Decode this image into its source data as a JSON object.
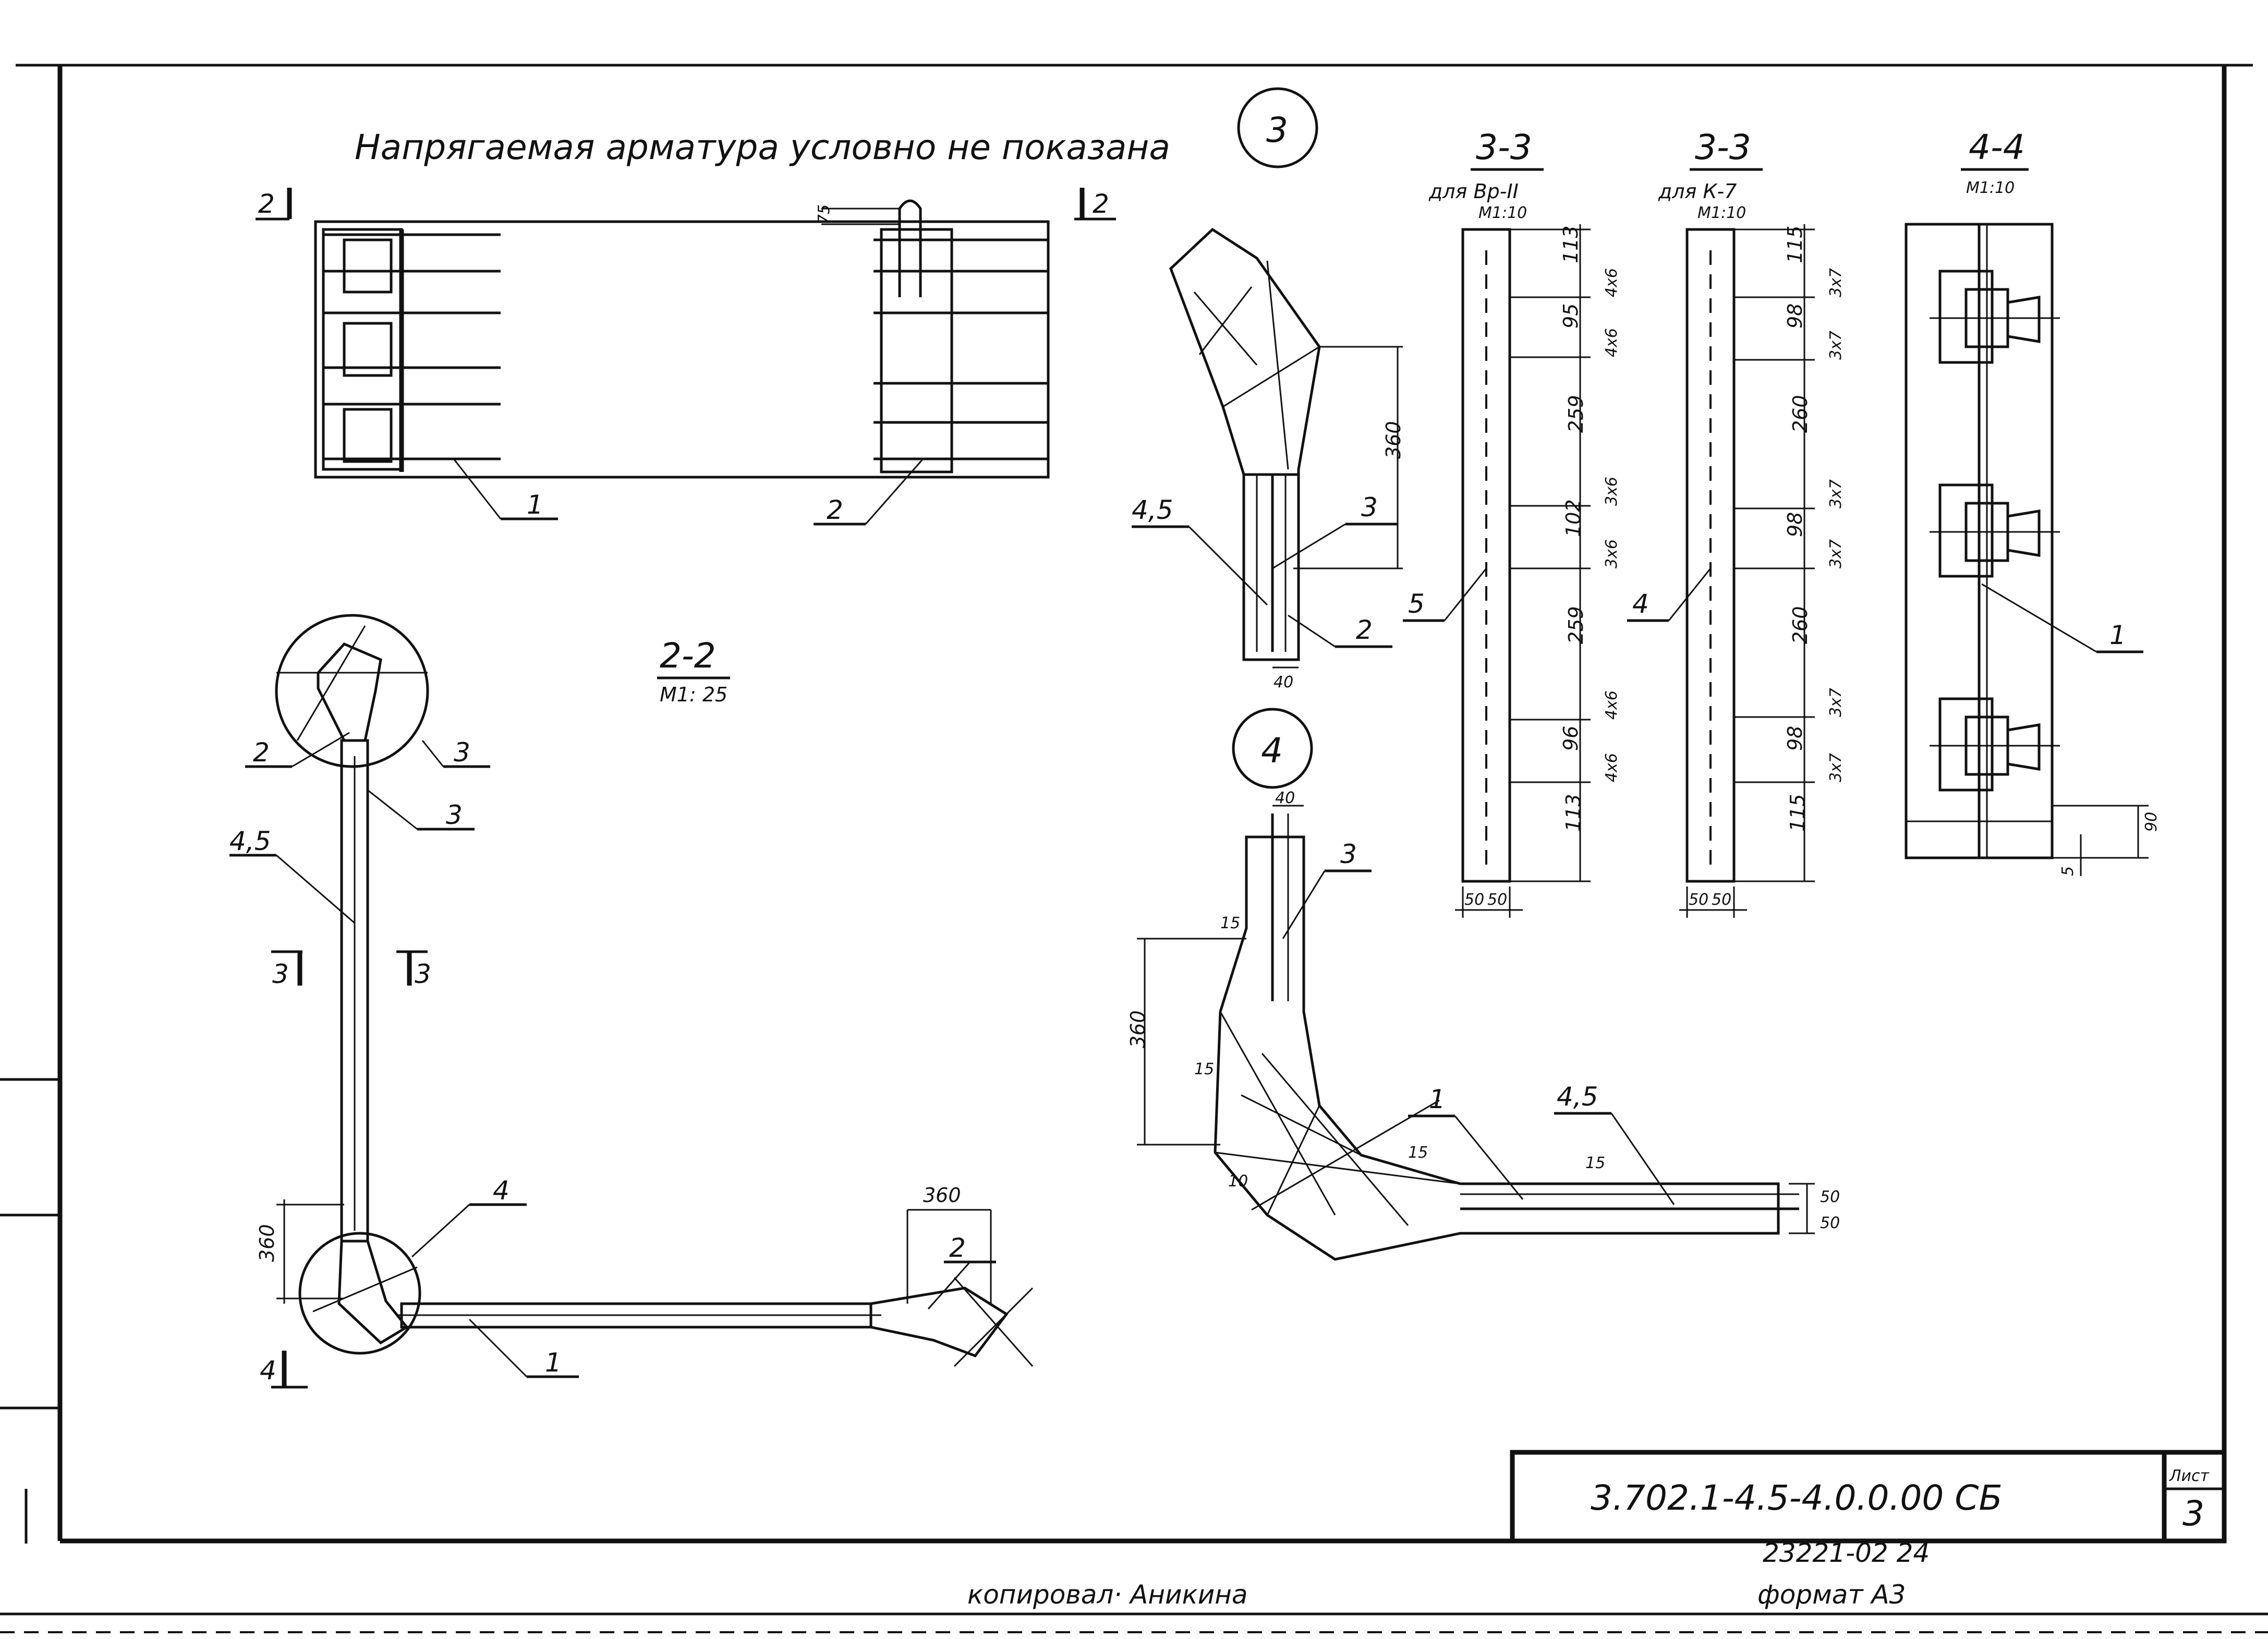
{
  "note_title": "Напрягаемая арматура условно не показана",
  "callouts": {
    "c3": "3",
    "c4": "4"
  },
  "section_marks": {
    "s2_left": "2",
    "s2_right": "2",
    "s3_left": "3",
    "s3_right": "3",
    "s4": "4"
  },
  "plan_view": {
    "dim_75": "75",
    "pos_1": "1",
    "pos_2": "2"
  },
  "section_2_2": {
    "title": "2-2",
    "scale": "М1: 25",
    "pos_labels": [
      "2",
      "3",
      "3",
      "4,5",
      "4",
      "1",
      "2"
    ],
    "dims": [
      "360",
      "360"
    ]
  },
  "detail_3": {
    "dim_360": "360",
    "dim_40": "40",
    "pos_labels": [
      "4,5",
      "3",
      "2"
    ]
  },
  "detail_4": {
    "dims": [
      "40",
      "360",
      "15",
      "15",
      "15",
      "10",
      "15",
      "50",
      "50"
    ],
    "pos_labels": [
      "3",
      "1",
      "4,5"
    ]
  },
  "section_3_3_a": {
    "title": "3-3",
    "subtitle": "для  Вр-II",
    "scale": "М1:10",
    "dims": [
      "113",
      "95",
      "259",
      "102",
      "259",
      "96",
      "113"
    ],
    "bars": [
      "4х6",
      "4х6",
      "3х6",
      "3х6",
      "4х6",
      "4х6"
    ],
    "width_dims": [
      "50",
      "50"
    ],
    "pos": "5"
  },
  "section_3_3_b": {
    "title": "3-3",
    "subtitle": "для  К-7",
    "scale": "М1:10",
    "dims": [
      "115",
      "98",
      "260",
      "98",
      "260",
      "98",
      "115"
    ],
    "bars": [
      "3х7",
      "3х7",
      "3х7",
      "3х7",
      "3х7",
      "3х7"
    ],
    "width_dims": [
      "50",
      "50"
    ],
    "pos": "4"
  },
  "section_4_4": {
    "title": "4-4",
    "scale": "М1:10",
    "pos": "1",
    "dims": [
      "90",
      "5"
    ]
  },
  "stamp": {
    "doc_code": "3.702.1-4.5-4.0.0.00 СБ",
    "sheet_label": "Лист",
    "sheet_number": "3"
  },
  "footer": {
    "inventory": "23221-02  24",
    "copied_by": "копировал·  Аникина",
    "format": "формат  А3"
  }
}
